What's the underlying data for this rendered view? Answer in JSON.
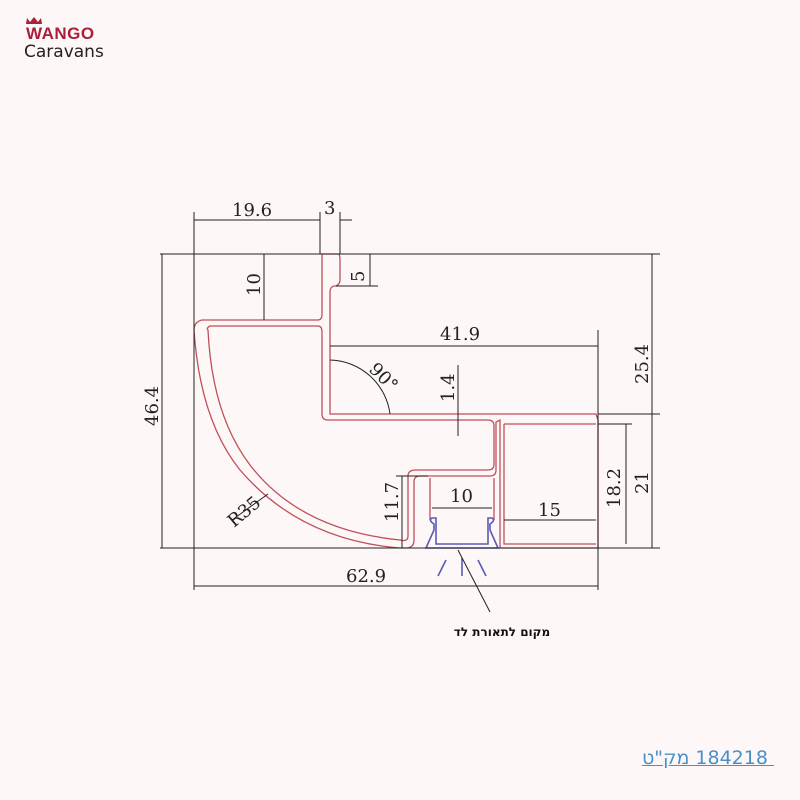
{
  "brand": {
    "line1": "WANGO",
    "line2": "Caravans",
    "accent": "#a8203a"
  },
  "drawing": {
    "profile_color": "#c0505a",
    "led_color": "#5a5ab8",
    "dimensions": {
      "top_width": "19.6",
      "top_gap": "3",
      "top_step": "5",
      "left_tab": "10",
      "shelf_width": "41.9",
      "angle": "90°",
      "wall_thickness": "1.4",
      "right_height": "25.4",
      "total_height": "46.4",
      "inner_channel_height": "18.2",
      "channel_height": "21",
      "led_slot_height": "11.7",
      "led_slot_width": "10",
      "channel_depth": "15",
      "radius": "R35",
      "total_width": "62.9"
    },
    "led_callout": "מקום לתאורת לד"
  },
  "sku": {
    "label": " 184218 מק\"ט"
  }
}
